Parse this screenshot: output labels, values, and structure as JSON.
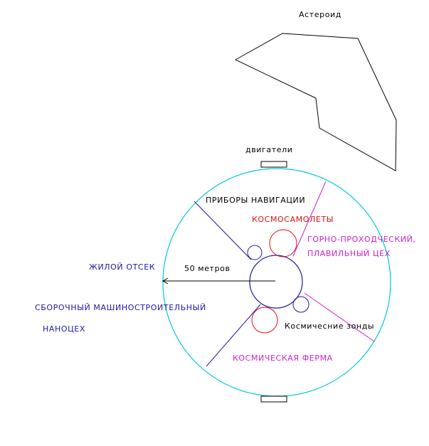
{
  "labels": {
    "asteroid": "Астероид",
    "engines": "двигатели",
    "navigation": "ПРИБОРЫ НАВИГАЦИИ",
    "spaceplanes": "КОСМОСАМОЛЕТЫ",
    "mining_line1": "ГОРНО-ПРОХОДЧЕСКИЙ,",
    "mining_line2": "ПЛАВИЛЬНЫЙ ЦЕХ",
    "living": "ЖИЛОЙ ОТСЕК",
    "distance": "50 метров",
    "assembly_line1": "СБОРОЧНЫЙ МАШИНОСТРОИТЕЛЬНЫЙ",
    "assembly_line2": "НАНОЦЕХ",
    "probes": "Космичесние зонды",
    "farm": "КОСМИЧЕСКАЯ ФЕРМА"
  },
  "colors": {
    "outline": "#00c8e0",
    "blue": "#1a1aa8",
    "red": "#e01010",
    "magenta": "#cc22cc",
    "black": "#000000"
  }
}
